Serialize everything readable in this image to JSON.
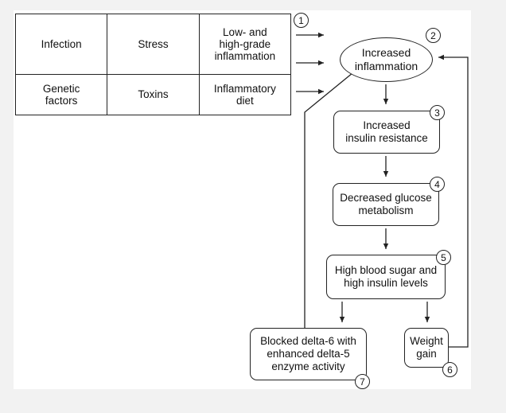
{
  "table": {
    "rows": [
      [
        "Infection",
        "Stress",
        "Low- and\nhigh-grade\ninflammation"
      ],
      [
        "Genetic\nfactors",
        "Toxins",
        "Inflammatory\ndiet"
      ]
    ]
  },
  "nodes": {
    "increased_inflammation": "Increased\ninflammation",
    "insulin_resistance": "Increased\ninsulin resistance",
    "glucose_metabolism": "Decreased glucose\nmetabolism",
    "blood_sugar": "High blood sugar and\nhigh insulin levels",
    "delta6": "Blocked delta-6 with\nenhanced delta-5\nenzyme activity",
    "weight_gain": "Weight\ngain"
  },
  "step_numbers": [
    "1",
    "2",
    "3",
    "4",
    "5",
    "6",
    "7"
  ],
  "colors": {
    "line": "#222222",
    "background": "#f2f2f2",
    "panel": "#ffffff"
  }
}
